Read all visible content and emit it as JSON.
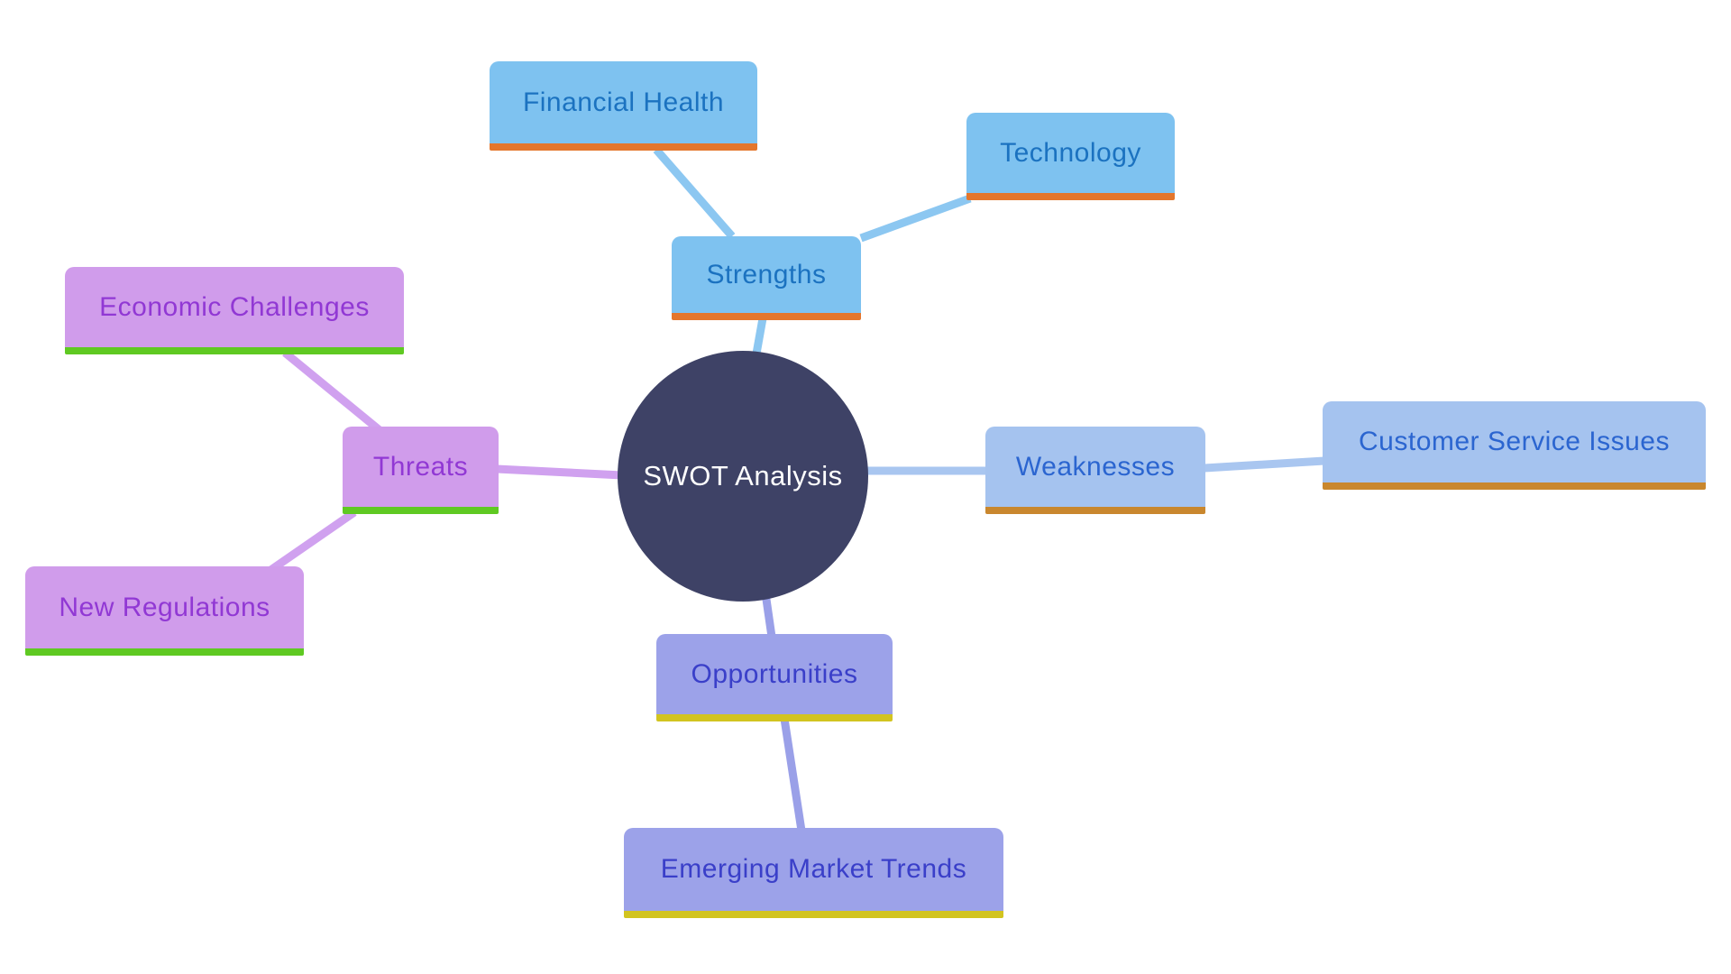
{
  "diagram": {
    "type": "mindmap",
    "background": "#ffffff",
    "center": {
      "label": "SWOT Analysis",
      "shape": "circle",
      "fill": "#3e4266",
      "text_color": "#ffffff"
    },
    "branches": [
      {
        "label": "Strengths",
        "fill": "#7ec2f0",
        "text_color": "#1b72c0",
        "underline_color": "#e4762c",
        "line_color": "#8cc7f1",
        "children": [
          {
            "label": "Financial Health"
          },
          {
            "label": "Technology"
          }
        ]
      },
      {
        "label": "Weaknesses",
        "fill": "#a5c3ef",
        "text_color": "#2b65d0",
        "underline_color": "#c9872e",
        "line_color": "#a9c6f0",
        "children": [
          {
            "label": "Customer Service Issues"
          }
        ]
      },
      {
        "label": "Opportunities",
        "fill": "#9ca2e9",
        "text_color": "#3a3fc9",
        "underline_color": "#d2c420",
        "line_color": "#9aa0e8",
        "children": [
          {
            "label": "Emerging Market Trends"
          }
        ]
      },
      {
        "label": "Threats",
        "fill": "#d09ceb",
        "text_color": "#9138d4",
        "underline_color": "#5fc922",
        "line_color": "#d0a1ef",
        "children": [
          {
            "label": "Economic Challenges"
          },
          {
            "label": "New Regulations"
          }
        ]
      }
    ]
  }
}
